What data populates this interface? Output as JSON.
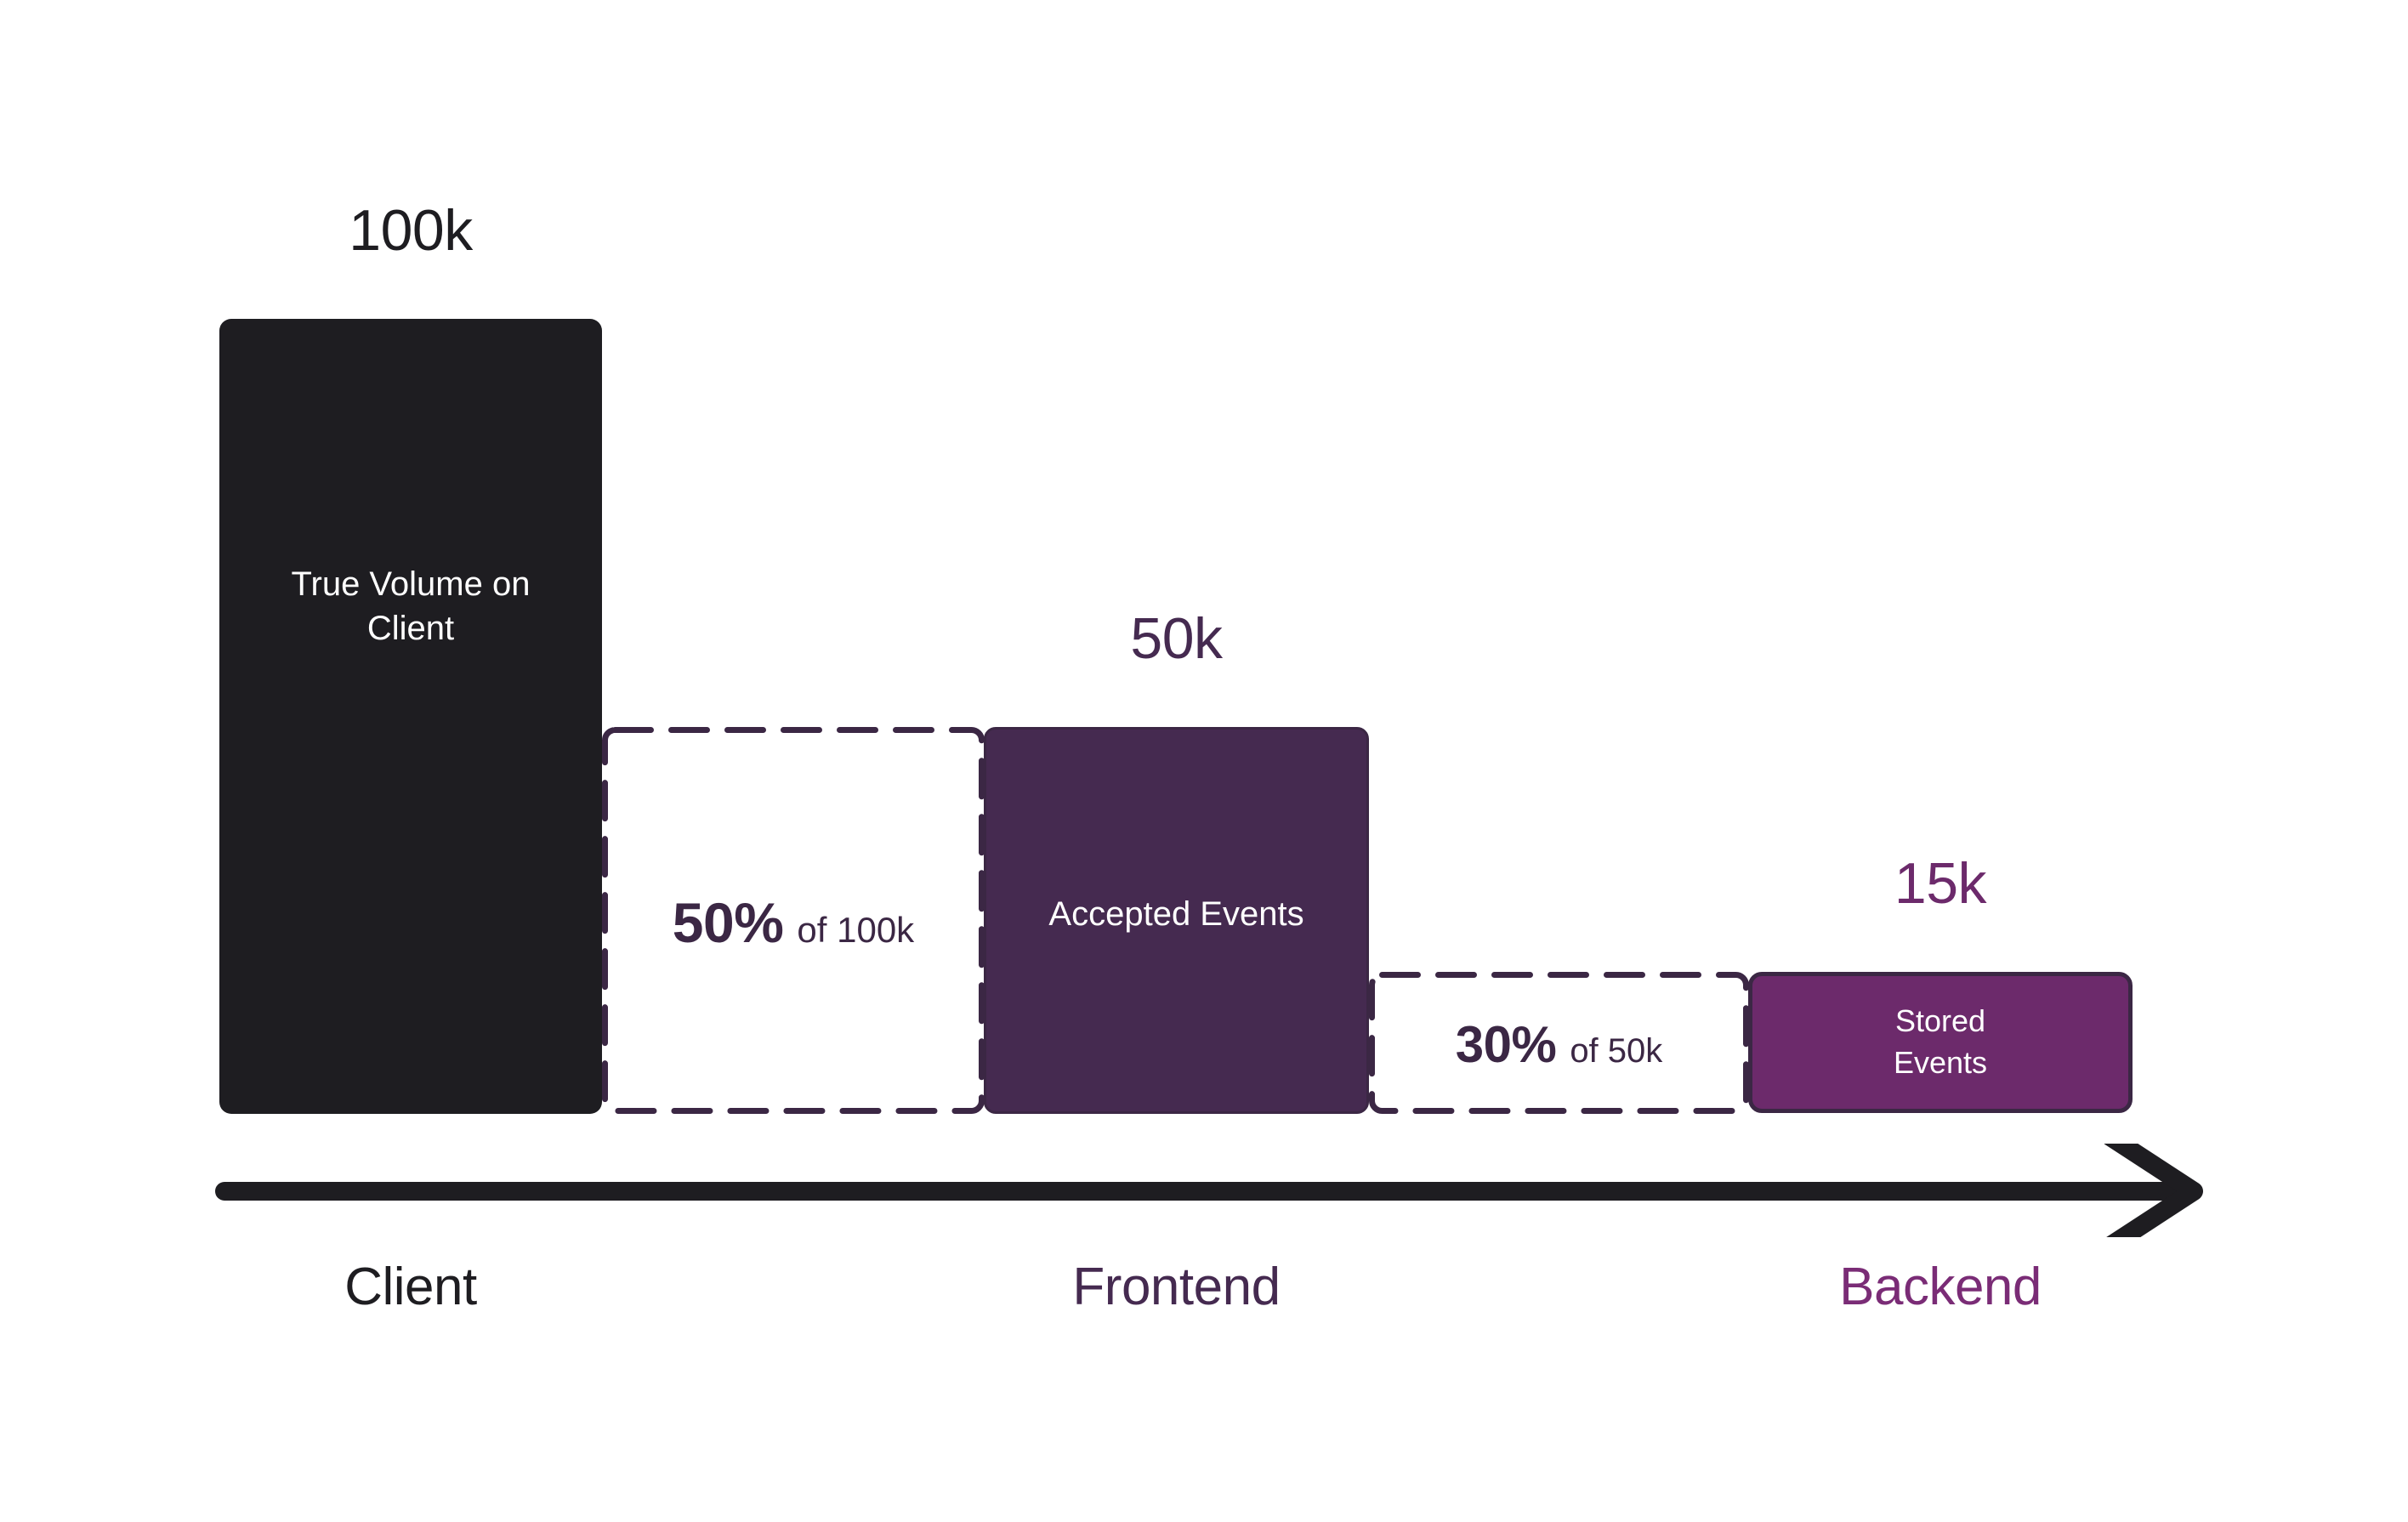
{
  "chart_data": {
    "type": "bar",
    "title": "",
    "subtitle": "",
    "xlabel": "",
    "ylabel": "",
    "grid": false,
    "legend": "none",
    "categories": [
      "Client",
      "Frontend",
      "Backend"
    ],
    "values": [
      100000,
      50000,
      15000
    ],
    "value_labels": [
      "100k",
      "50k",
      "15k"
    ],
    "bar_labels": [
      "True Volume on Client",
      "Accepted Events",
      "Stored Events"
    ],
    "bar_colors": [
      "#1E1D21",
      "#452A50",
      "#6C2A6B"
    ],
    "drop_offs": [
      {
        "percent": "50%",
        "of": "of 100k",
        "from": 100000,
        "to": 50000
      },
      {
        "percent": "30%",
        "of": "of 50k",
        "from": 50000,
        "to": 15000
      }
    ],
    "axis_direction": "left-to-right-arrow",
    "annotations": [
      "100k true volume on client",
      "50% of 100k retained as 50k accepted events on frontend",
      "30% of 50k retained as 15k stored events on backend"
    ]
  },
  "bars": [
    {
      "id": "client",
      "value_label": "100k",
      "label_line1": "True Volume on",
      "label_line2": "Client",
      "stage": "Client",
      "color": "#1E1D21"
    },
    {
      "id": "frontend",
      "value_label": "50k",
      "label": "Accepted Events",
      "stage": "Frontend",
      "color": "#452A50"
    },
    {
      "id": "backend",
      "value_label": "15k",
      "label_line1": "Stored",
      "label_line2": "Events",
      "stage": "Backend",
      "color": "#6C2A6B"
    }
  ],
  "dropoffs": [
    {
      "id": "client-to-frontend",
      "percent": "50%",
      "of_text": "of 100k"
    },
    {
      "id": "frontend-to-backend",
      "percent": "30%",
      "of_text": "of 50k"
    }
  ],
  "colors": {
    "black": "#1E1D21",
    "dark_purple": "#3B2744",
    "mid_purple": "#452A50",
    "bright_purple": "#6C2A6B",
    "stage_backend_text": "#7A2C76",
    "background": "#FFFFFF"
  },
  "icons": {
    "axis_arrow": "arrow-right-icon"
  }
}
